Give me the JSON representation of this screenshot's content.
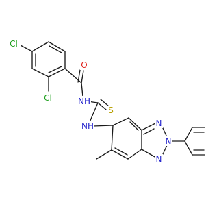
{
  "molecule": {
    "atom_labels": {
      "cl_left": "Cl",
      "cl_bottom": "Cl",
      "o": "O",
      "nh_amide": "NH",
      "s": "S",
      "nh_thio": "NH",
      "n_triazole_top": "N",
      "n_triazole_mid": "N",
      "n_triazole_bottom": "N"
    },
    "label_colors": {
      "Cl": "#1fa01f",
      "O": "#e0241e",
      "N": "#2222cc",
      "S": "#b8a000"
    }
  }
}
